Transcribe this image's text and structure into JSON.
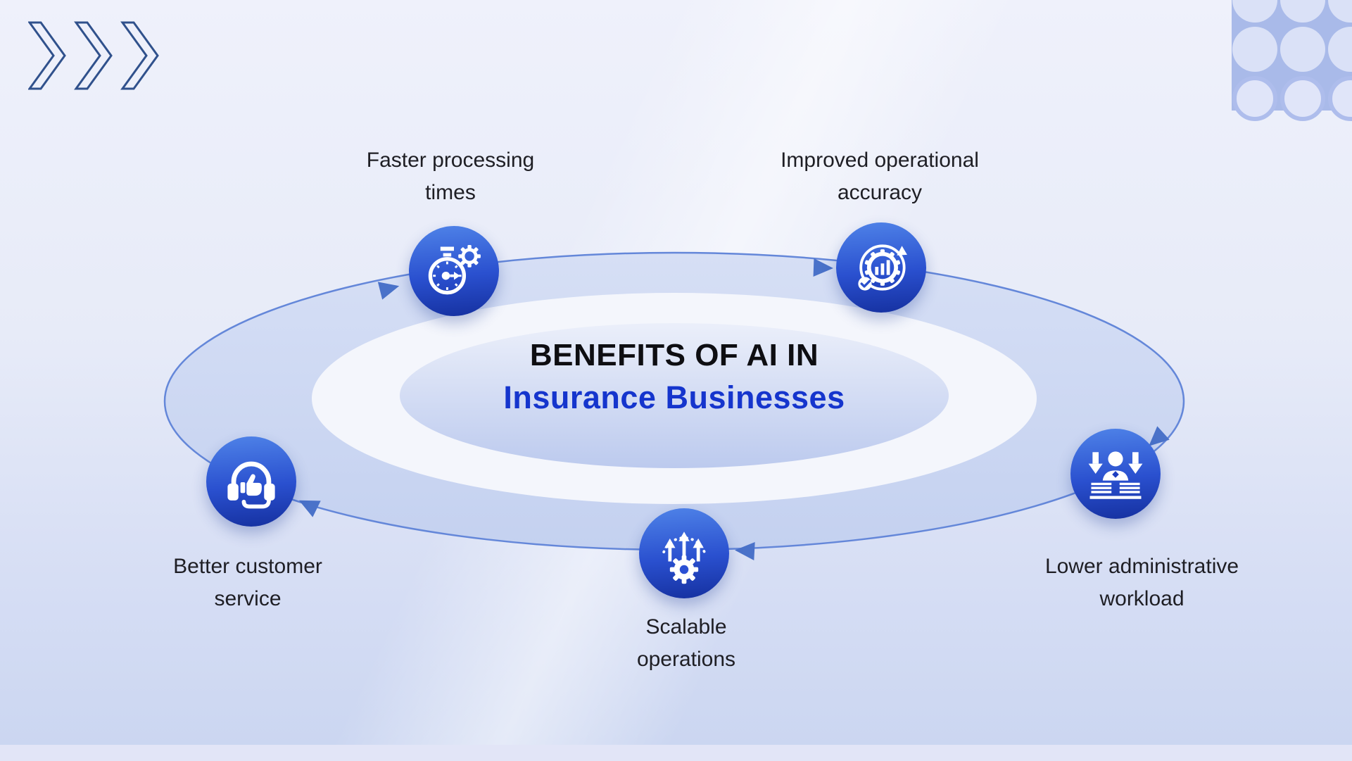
{
  "title": {
    "line1": "BENEFITS OF AI IN",
    "line2": "Insurance Businesses"
  },
  "nodes": [
    {
      "id": "faster-processing-times",
      "label": "Faster processing\ntimes",
      "icon": "stopwatch-gear-icon"
    },
    {
      "id": "improved-operational-accuracy",
      "label": "Improved operational\naccuracy",
      "icon": "gear-chart-check-icon"
    },
    {
      "id": "lower-administrative-workload",
      "label": "Lower administrative\nworkload",
      "icon": "person-down-arrows-icon"
    },
    {
      "id": "scalable-operations",
      "label": "Scalable\noperations",
      "icon": "gear-up-arrows-icon"
    },
    {
      "id": "better-customer-service",
      "label": "Better customer\nservice",
      "icon": "headset-thumbs-up-icon"
    }
  ],
  "flow": {
    "direction": "clockwise",
    "arrow_count": 5
  },
  "colors": {
    "title_accent_blue": "#1535cd",
    "label_text": "#1e1e24",
    "bubble_gradient_top": "#4f83e8",
    "bubble_gradient_bottom": "#15309f",
    "ring_disc_fill": "#ccd7f2",
    "ring_stroke": "#6487d9",
    "inner_ellipse_top": "#ebeffa",
    "inner_ellipse_bottom": "#bccaee",
    "arrow_fill": "#4a72c9",
    "chevron_outline": "#30518c",
    "dots_patch": "#a9bae9",
    "dots_circle": "#dae1f7",
    "background_top": "#eff1fb",
    "background_bottom": "#cbd6f1"
  }
}
